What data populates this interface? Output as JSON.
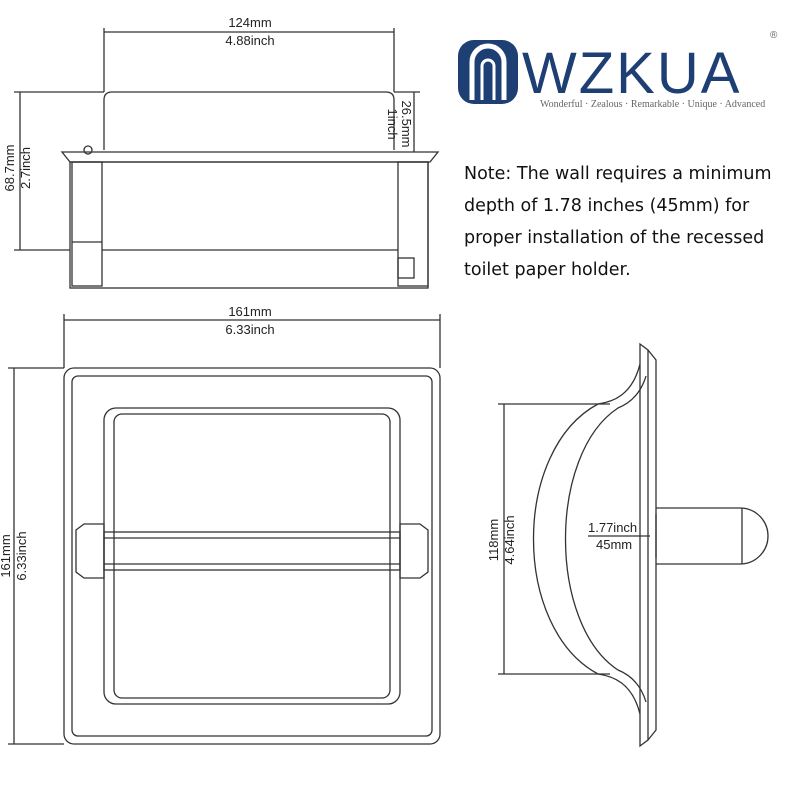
{
  "brand": {
    "name": "WZKUA",
    "registered_mark": "®",
    "tagline": "Wonderful · Zealous · Remarkable · Unique · Advanced",
    "color": "#1d3f73"
  },
  "note": {
    "text": "Note: The wall requires a minimum depth of 1.78 inches (45mm) for proper installation of the recessed toilet paper holder."
  },
  "dimensions": {
    "top_width_mm": "124mm",
    "top_width_in": "4.88inch",
    "top_height_mm": "68.7mm",
    "top_height_in": "2.7inch",
    "flange_mm": "26.5mm",
    "flange_in": "1inch",
    "front_width_mm": "161mm",
    "front_width_in": "6.33inch",
    "front_height_mm": "161mm",
    "front_height_in": "6.33inch",
    "side_height_mm": "118mm",
    "side_height_in": "4.64inch",
    "depth_in": "1.77inch",
    "depth_mm": "45mm"
  },
  "colors": {
    "line": "#333333",
    "metal": "#555555"
  }
}
